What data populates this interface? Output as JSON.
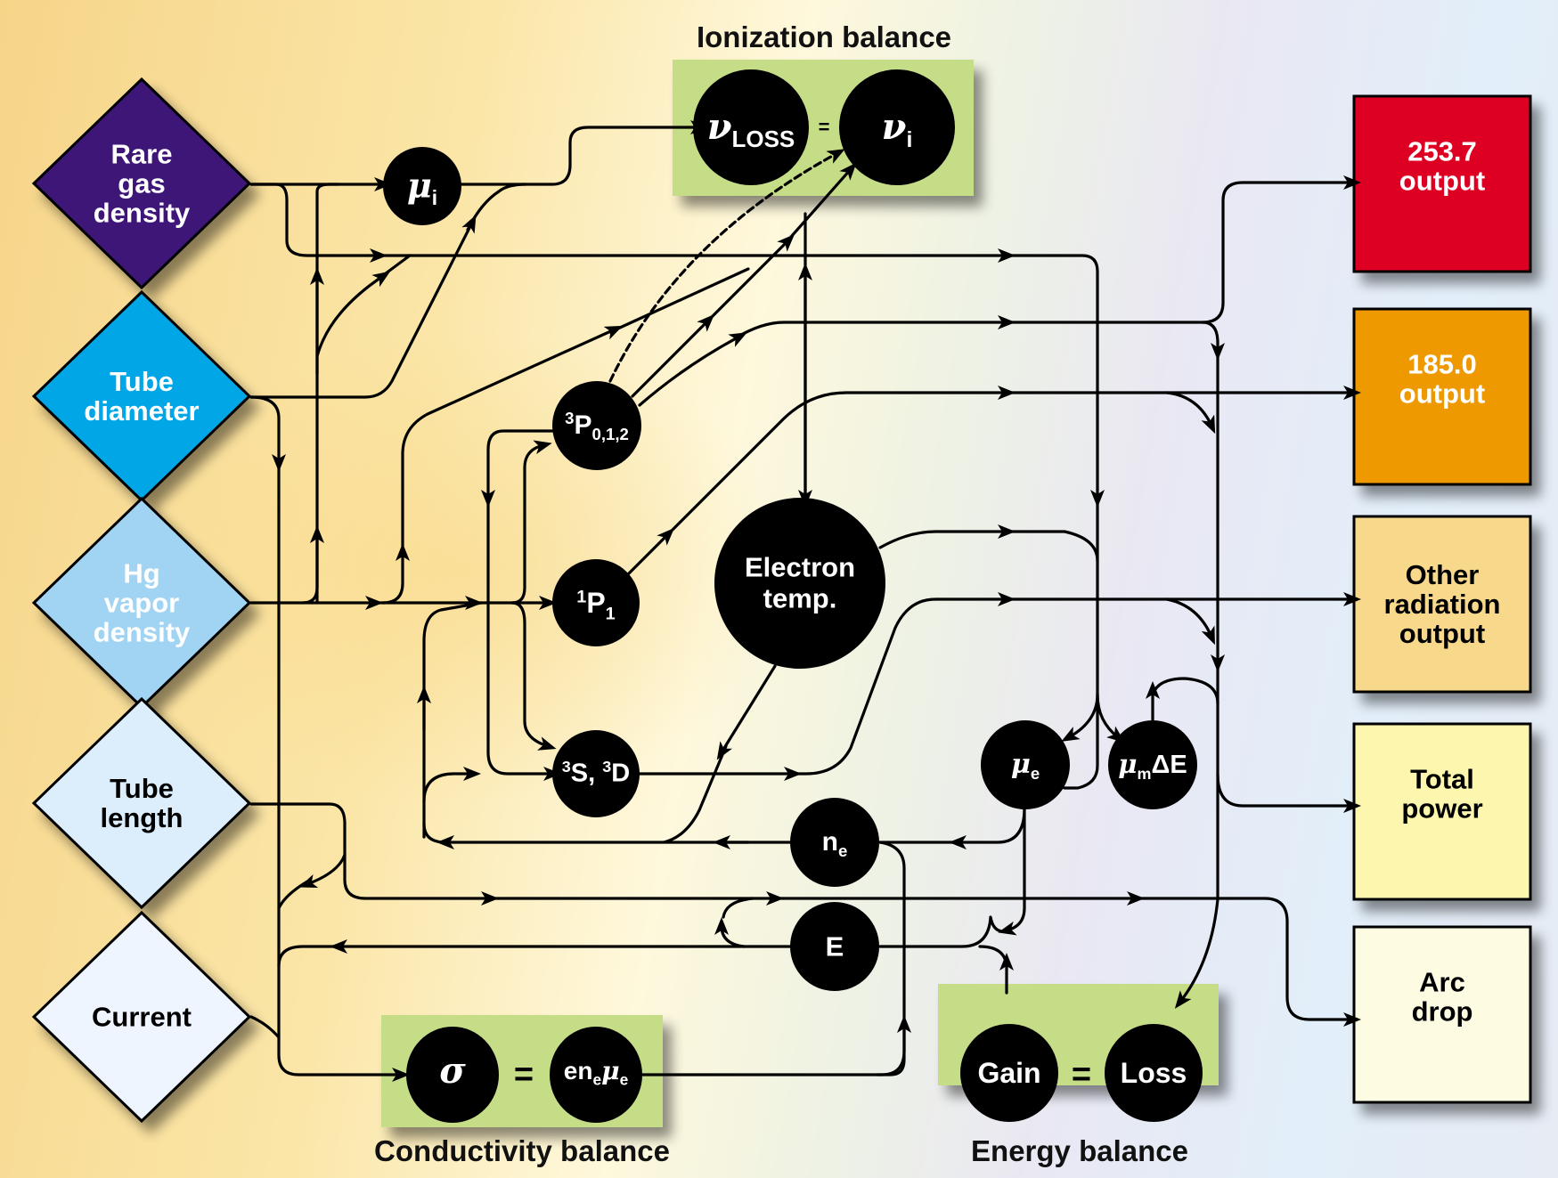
{
  "titles": {
    "ionization": "Ionization balance",
    "conductivity": "Conductivity balance",
    "energy": "Energy balance"
  },
  "inputs": [
    {
      "id": "rare-gas-density",
      "lines": [
        "Rare",
        "gas",
        "density"
      ],
      "fill": "#3d1478",
      "text_color": "#ffffff"
    },
    {
      "id": "tube-diameter",
      "lines": [
        "Tube",
        "diameter"
      ],
      "fill": "#00a6e6",
      "text_color": "#ffffff"
    },
    {
      "id": "hg-vapor-density",
      "lines": [
        "Hg",
        "vapor",
        "density"
      ],
      "fill": "#a0d4f2",
      "text_color": "#ffffff"
    },
    {
      "id": "tube-length",
      "lines": [
        "Tube",
        "length"
      ],
      "fill": "#dceefc",
      "text_color": "#000000"
    },
    {
      "id": "current",
      "lines": [
        "Current"
      ],
      "fill": "#eef5fe",
      "text_color": "#000000"
    }
  ],
  "outputs": [
    {
      "id": "output-253-7",
      "lines": [
        "253.7",
        "output"
      ],
      "fill": "#de0024",
      "text_color": "#ffffff"
    },
    {
      "id": "output-185-0",
      "lines": [
        "185.0",
        "output"
      ],
      "fill": "#ee9900",
      "text_color": "#ffffff"
    },
    {
      "id": "other-radiation-output",
      "lines": [
        "Other",
        "radiation",
        "output"
      ],
      "fill": "#f8d88a",
      "text_color": "#000000"
    },
    {
      "id": "total-power",
      "lines": [
        "Total",
        "power"
      ],
      "fill": "#fdf6ae",
      "text_color": "#000000"
    },
    {
      "id": "arc-drop",
      "lines": [
        "Arc",
        "drop"
      ],
      "fill": "#fdfbe2",
      "text_color": "#000000"
    }
  ],
  "nodes": {
    "mu_i": {
      "symbol": "μ",
      "sub": "i"
    },
    "nu_loss": {
      "symbol": "ν",
      "sub": "LOSS"
    },
    "equals_small": "=",
    "nu_i": {
      "symbol": "ν",
      "sub": "i"
    },
    "p012": {
      "sup": "3",
      "main": "P",
      "sub": "0,1,2"
    },
    "p1": {
      "sup": "1",
      "main": "P",
      "sub": "1"
    },
    "s3d3": {
      "sup1": "3",
      "main1": "S, ",
      "sup2": "3",
      "main2": "D"
    },
    "electron_temp": [
      "Electron",
      "temp."
    ],
    "mu_e": {
      "symbol": "μ",
      "sub": "e"
    },
    "mu_m_de": {
      "symbol": "μ",
      "sub": "m",
      "tail": "ΔE"
    },
    "n_e": {
      "main": "n",
      "sub": "e"
    },
    "e_field": "E",
    "sigma": "σ",
    "equals": "=",
    "en_mu": {
      "main": "en",
      "sub1": "e",
      "mu": "μ",
      "sub2": "e"
    },
    "gain": "Gain",
    "loss": "Loss"
  },
  "colors": {
    "balance_box": "#c6dd88",
    "node": "#000000",
    "line": "#000000"
  }
}
